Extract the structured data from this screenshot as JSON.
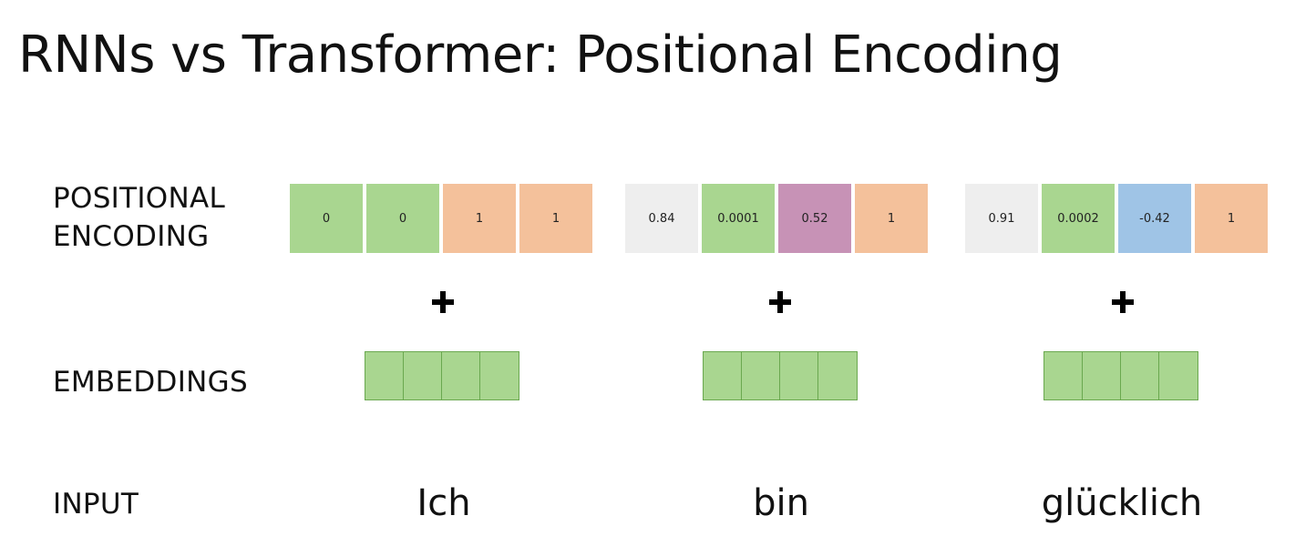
{
  "title": "RNNs vs Transformer:  Positional Encoding",
  "labels": {
    "pe_line1": "POSITIONAL",
    "pe_line2": "ENCODING",
    "embeddings": "EMBEDDINGS",
    "input": "INPUT"
  },
  "colors": {
    "green": "#a9d690",
    "orange": "#f4c19b",
    "gray": "#eeeeee",
    "purple": "#c792b6",
    "blue": "#9fc4e6"
  },
  "words": [
    {
      "text": "Ich",
      "encoding": [
        {
          "value": "0",
          "color": "green"
        },
        {
          "value": "0",
          "color": "green"
        },
        {
          "value": "1",
          "color": "orange"
        },
        {
          "value": "1",
          "color": "orange"
        }
      ]
    },
    {
      "text": "bin",
      "encoding": [
        {
          "value": "0.84",
          "color": "gray"
        },
        {
          "value": "0.0001",
          "color": "green"
        },
        {
          "value": "0.52",
          "color": "purple"
        },
        {
          "value": "1",
          "color": "orange"
        }
      ]
    },
    {
      "text": "glücklich",
      "encoding": [
        {
          "value": "0.91",
          "color": "gray"
        },
        {
          "value": "0.0002",
          "color": "green"
        },
        {
          "value": "-0.42",
          "color": "blue"
        },
        {
          "value": "1",
          "color": "orange"
        }
      ]
    }
  ]
}
